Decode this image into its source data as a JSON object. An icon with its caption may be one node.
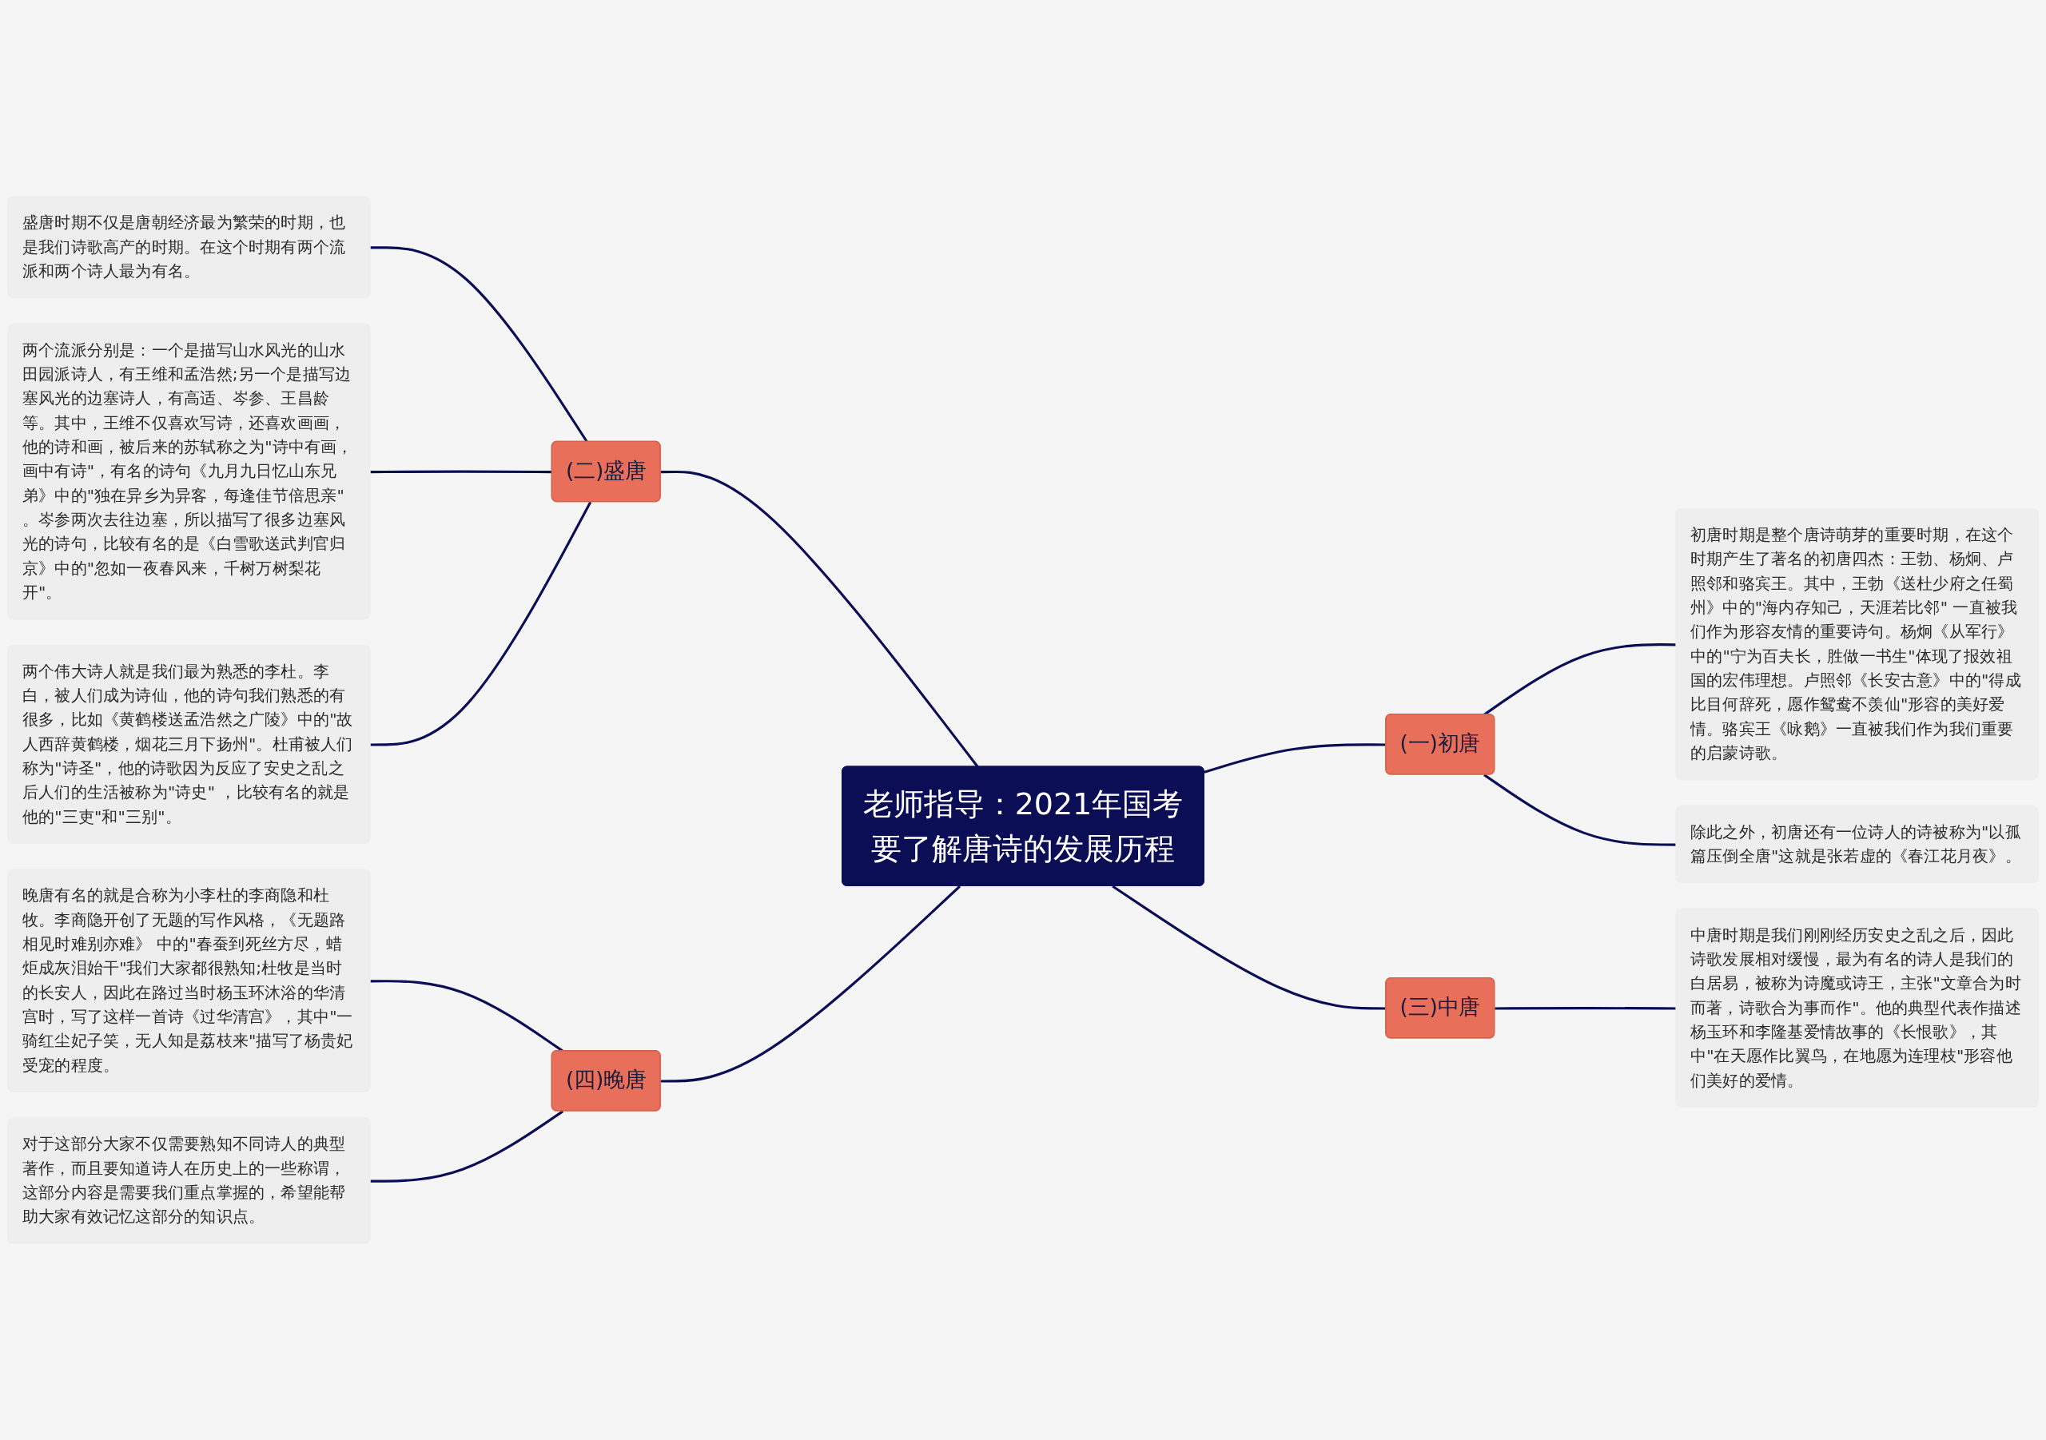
{
  "diagram": {
    "nodes": [
      {
        "text": [
          "老师指导：2021年国考要了解唐诗的发展历程"
        ]
      },
      {
        "text": [
          "(一)初唐"
        ]
      },
      {
        "text": [
          "初唐时期是整个唐诗萌芽的重要时期，在这个时期产生了著名的初唐四杰：王勃、杨炯、卢照邻和骆宾王。其中，王勃《送杜少府之任蜀州》中的\"海内存知己，天涯若比邻\" 一直被我们作为形容友情的重要诗句。杨炯《从军行》中的\"宁为百夫长，胜做一书生\"体现了报效祖国的宏伟理想。卢照邻《长安古意》中的\"得成比目何辞死，愿作鸳鸯不羡仙\"形容的美好爱情。骆宾王《咏鹅》一直被我们作为我们重要的启蒙诗歌。"
        ]
      },
      {
        "text": [
          "除此之外，初唐还有一位诗人的诗被称为\"以孤篇压倒全唐\"这就是张若虚的《春江花月夜》。"
        ]
      },
      {
        "text": [
          "(二)盛唐"
        ]
      },
      {
        "text": [
          "盛唐时期不仅是唐朝经济最为繁荣的时期，也是我们诗歌高产的时期。在这个时期有两个流派和两个诗人最为有名。"
        ]
      },
      {
        "text": [
          "两个流派分别是：一个是描写山水风光的山水田园派诗人，有王维和孟浩然;另一个是描写边塞风光的边塞诗人，有高适、岑参、王昌龄等。其中，王维不仅喜欢写诗，还喜欢画画，他的诗和画，被后来的苏轼称之为\"诗中有画，画中有诗\"，有名的诗句《九月九日忆山东兄弟》中的\"独在异乡为异客，每逢佳节倍思亲\" 。岑参两次去往边塞，所以描写了很多边塞风光的诗句，比较有名的是《白雪歌送武判官归京》中的\"忽如一夜春风来，千树万树梨花开\"。"
        ]
      },
      {
        "text": [
          "两个伟大诗人就是我们最为熟悉的李杜。李白，被人们成为诗仙，他的诗句我们熟悉的有很多，比如《黄鹤楼送孟浩然之广陵》中的\"故人西辞黄鹤楼，烟花三月下扬州\"。杜甫被人们称为\"诗圣\"，他的诗歌因为反应了安史之乱之后人们的生活被称为\"诗史\" ，比较有名的就是他的\"三吏\"和\"三别\"。"
        ]
      },
      {
        "text": [
          "(三)中唐"
        ]
      },
      {
        "text": [
          "中唐时期是我们刚刚经历安史之乱之后，因此诗歌发展相对缓慢，最为有名的诗人是我们的白居易，被称为诗魔或诗王，主张\"文章合为时而著，诗歌合为事而作\"。他的典型代表作描述杨玉环和李隆基爱情故事的《长恨歌》，其中\"在天愿作比翼鸟，在地愿为连理枝\"形容他们美好的爱情。"
        ]
      },
      {
        "text": [
          "(四)晚唐"
        ]
      },
      {
        "text": [
          "晚唐有名的就是合称为小李杜的李商隐和杜牧。李商隐开创了无题的写作风格，《无题路相见时难别亦难》 中的\"春蚕到死丝方尽，蜡炬成灰泪始干\"我们大家都很熟知;杜牧是当时的长安人，因此在路过当时杨玉环沐浴的华清宫时，写了这样一首诗《过华清宫》，其中\"一骑红尘妃子笑，无人知是荔枝来\"描写了杨贵妃受宠的程度。"
        ]
      },
      {
        "text": [
          "对于这部分大家不仅需要熟知不同诗人的典型著作，而且要知道诗人在历史上的一些称谓，这部分内容是需要我们重点掌握的，希望能帮助大家有效记忆这部分的知识点。"
        ]
      }
    ],
    "edges": [
      {
        "from": 0,
        "to": 1,
        "arrow": "none"
      },
      {
        "from": 1,
        "to": 2,
        "arrow": "none"
      },
      {
        "from": 1,
        "to": 3,
        "arrow": "none"
      },
      {
        "from": 4,
        "to": 0,
        "arrow": "none"
      },
      {
        "from": 5,
        "to": 4,
        "arrow": "none"
      },
      {
        "from": 6,
        "to": 4,
        "arrow": "none"
      },
      {
        "from": 7,
        "to": 4,
        "arrow": "none"
      },
      {
        "from": 0,
        "to": 8,
        "arrow": "none"
      },
      {
        "from": 8,
        "to": 9,
        "arrow": "none"
      },
      {
        "from": 10,
        "to": 0,
        "arrow": "none"
      },
      {
        "from": 11,
        "to": 10,
        "arrow": "none"
      },
      {
        "from": 12,
        "to": 10,
        "arrow": "none"
      }
    ]
  }
}
